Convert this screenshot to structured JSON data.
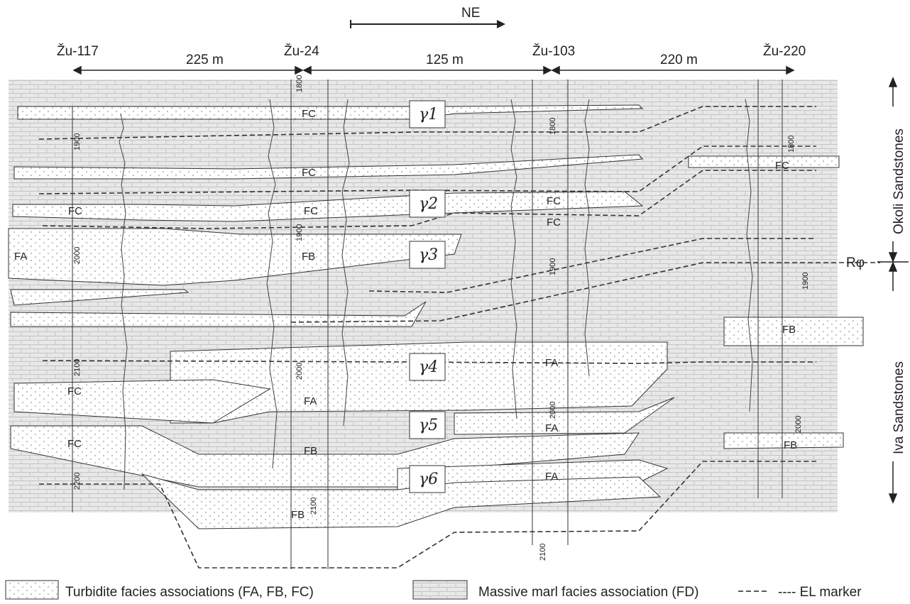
{
  "direction": "NE",
  "wells": [
    "Žu-117",
    "Žu-24",
    "Žu-103",
    "Žu-220"
  ],
  "distances": [
    "225 m",
    "125 m",
    "220 m"
  ],
  "units": [
    "Okoli Sandstones",
    "Iva Sandstones"
  ],
  "marker_label": "Rφ",
  "gamma_labels": [
    "γ1",
    "γ2",
    "γ3",
    "γ4",
    "γ5",
    "γ6"
  ],
  "facies": [
    "FC",
    "FC",
    "FC",
    "FC",
    "FC",
    "FC",
    "FC",
    "FA",
    "FB",
    "FB",
    "FA",
    "FC",
    "FA",
    "FA",
    "FC",
    "FB",
    "FB",
    "FA",
    "FB"
  ],
  "depths": [
    "1800",
    "1900",
    "1800",
    "1800",
    "2000",
    "1900",
    "1900",
    "1900",
    "2100",
    "2000",
    "2000",
    "2000",
    "2200",
    "2100",
    "2100"
  ],
  "legend": [
    "Turbidite facies associations (FA, FB, FC)",
    "Massive marl facies association (FD)",
    "---- EL marker"
  ]
}
